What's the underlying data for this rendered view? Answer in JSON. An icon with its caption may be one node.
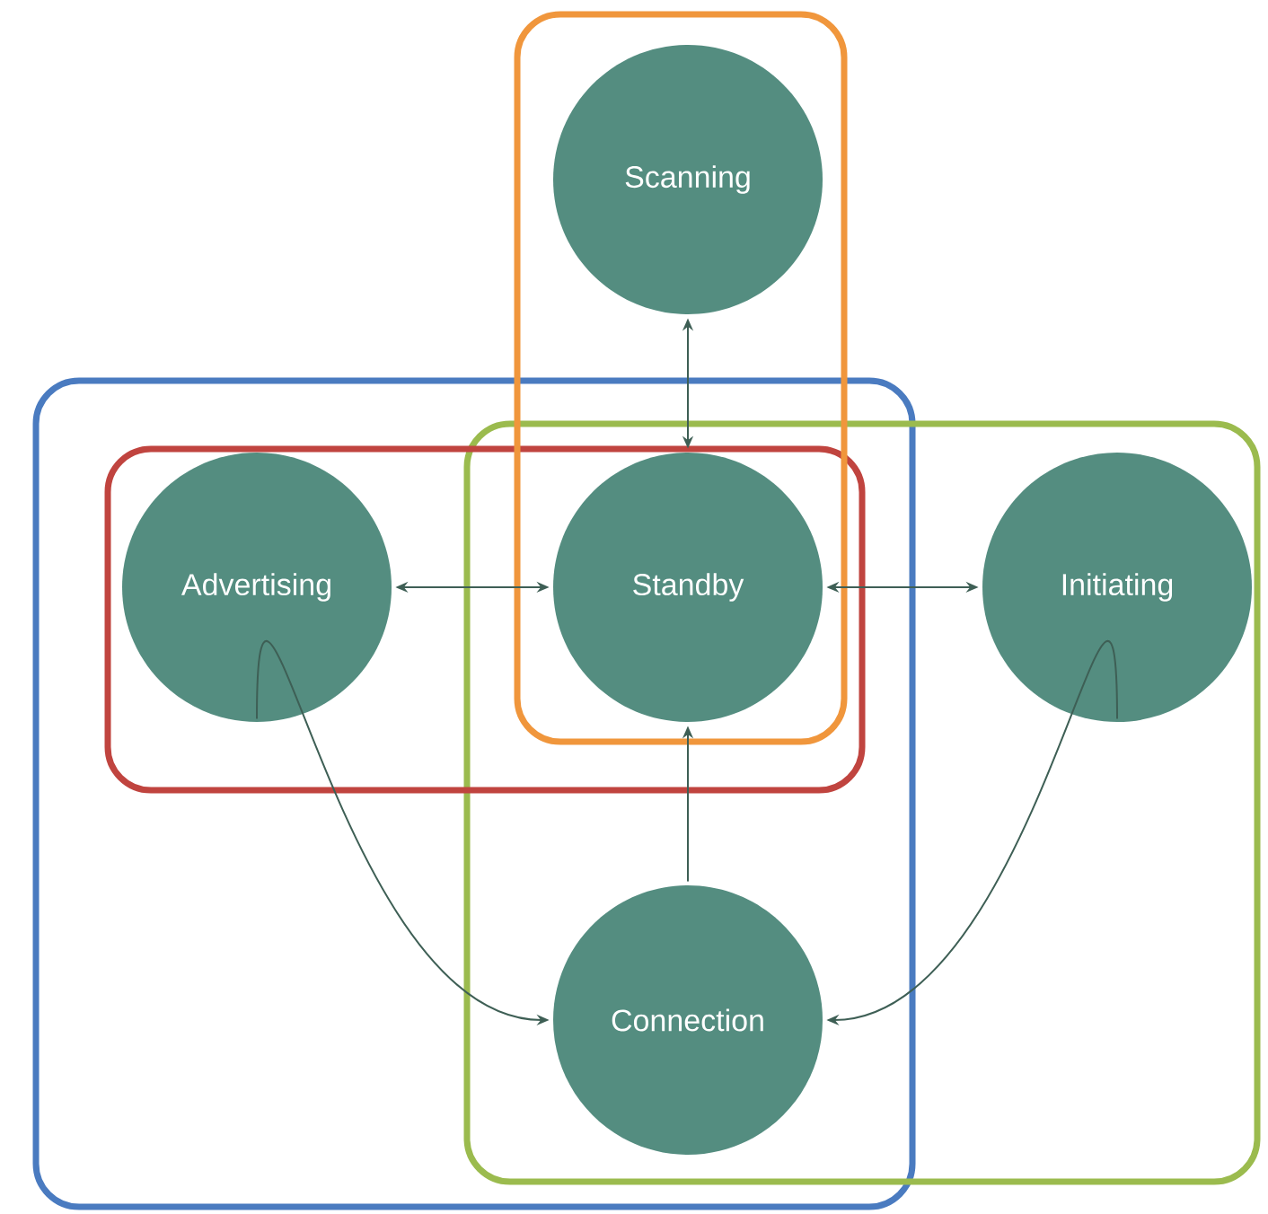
{
  "diagram": {
    "nodes": [
      {
        "text": [
          "Scanning"
        ]
      },
      {
        "text": [
          "Advertising"
        ]
      },
      {
        "text": [
          "Standby"
        ]
      },
      {
        "text": [
          "Initiating"
        ]
      },
      {
        "text": [
          "Connection"
        ]
      }
    ],
    "edges": [
      {
        "from": 0,
        "to": 2,
        "arrow": "both"
      },
      {
        "from": 1,
        "to": 2,
        "arrow": "both"
      },
      {
        "from": 2,
        "to": 3,
        "arrow": "both"
      },
      {
        "from": 4,
        "to": 2,
        "arrow": "to"
      },
      {
        "from": 1,
        "to": 4,
        "arrow": "to"
      },
      {
        "from": 3,
        "to": 4,
        "arrow": "to"
      }
    ]
  }
}
